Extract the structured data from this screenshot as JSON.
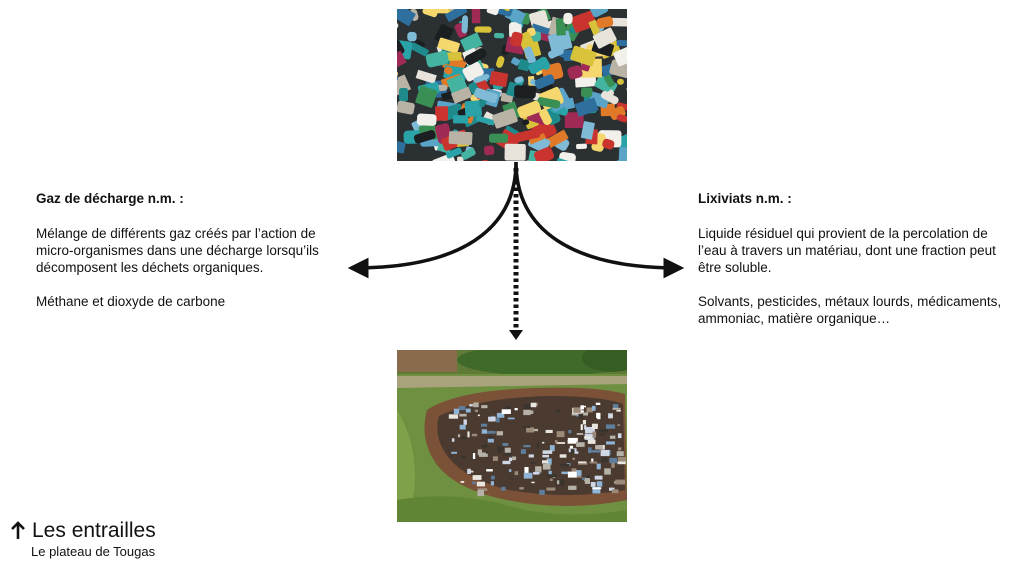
{
  "left_definition": {
    "term": "Gaz de décharge n.m. :",
    "definition": "Mélange de différents gaz créés par l’action de micro-organismes dans une décharge lorsqu’ils décomposent les déchets organiques.",
    "examples": "Méthane et dioxyde de carbone"
  },
  "right_definition": {
    "term": "Lixiviats n.m. :",
    "definition": "Liquide résiduel qui provient de la percolation de l’eau à travers un matériau, dont une fraction peut être soluble.",
    "examples": "Solvants, pesticides, métaux lourds, médicaments, ammoniac, matière organique…"
  },
  "footer": {
    "arrow_icon": "arrow-up-icon",
    "title": "Les entrailles",
    "subtitle": "Le plateau de Tougas"
  },
  "colors": {
    "text": "#111111",
    "background": "#ffffff",
    "arrow": "#111111"
  }
}
